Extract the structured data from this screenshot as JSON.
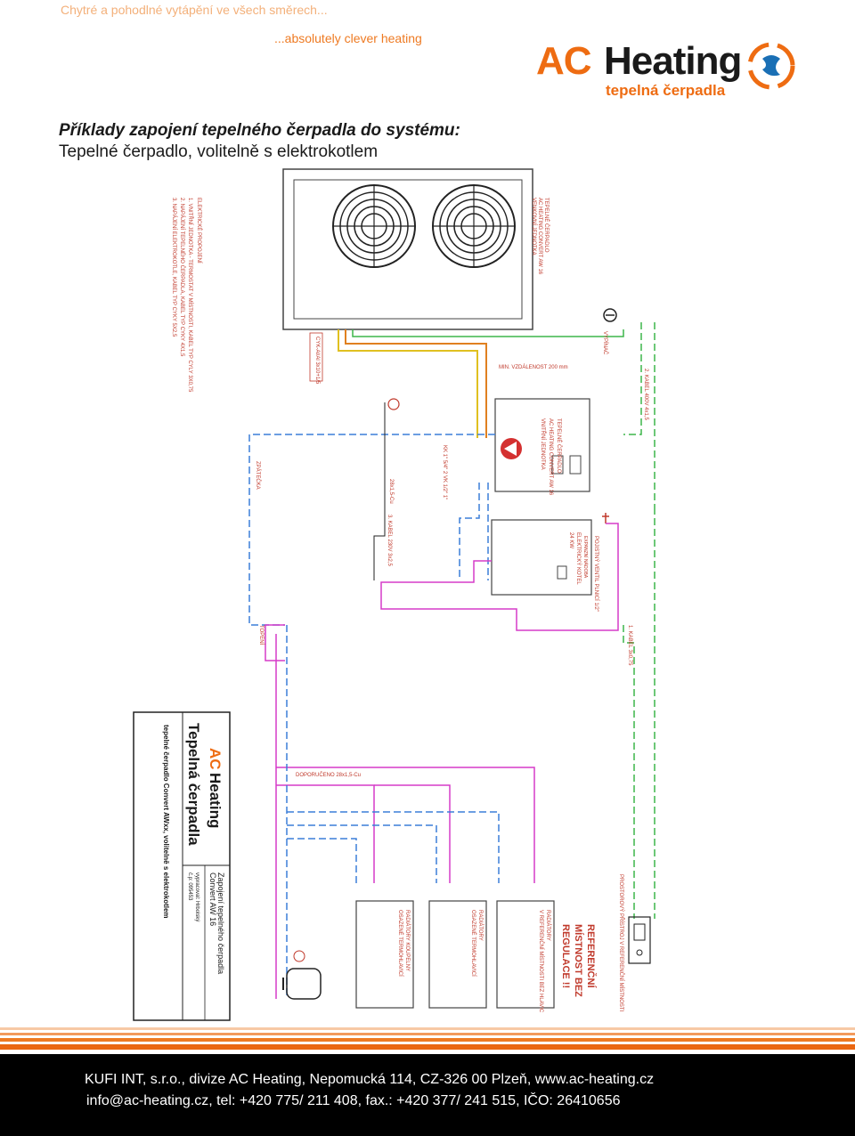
{
  "header": {
    "tagline_cz": "Chytré a pohodlné vytápění ve všech směrech...",
    "tagline_en": "...absolutely clever heating",
    "logo": {
      "ac": "AC",
      "heating": "Heating",
      "sub": "tepelná čerpadla"
    }
  },
  "heading": {
    "title": "Příklady zapojení tepelného čerpadla do systému:",
    "subtitle": "Tepelné čerpadlo, volitelně s elektrokotlem"
  },
  "diagram": {
    "legend_title": "ELEKTRICKÉ PROPOJENÍ",
    "legend_items": [
      "1. VNITŘNÍ JEDNOTKA - TERMOSTAT V MÍSTNOSTI, KABEL TYP CYLY 3X0,75",
      "2. NAPÁJENÍ TEPELNÉHO ČERPADLA, KABEL TYP CYKY 4X1,5",
      "3. NAPÁJENÍ ELEKTROKOTLE, KABEL TYP CYKY 5X2,5"
    ],
    "outdoor_unit": [
      "TEPELNÉ ČERPADLO",
      "AC HEATING CONVERT AW 16",
      "VENKOVNÍ JEDNOTKA"
    ],
    "indoor_unit": [
      "TEPELNÉ ČERPADLO",
      "AC HEATING CONVERT AW 16",
      "VNITŘNÍ JEDNOTKA"
    ],
    "boiler": [
      "ELEKTRICKÝ KOTEL",
      "24 KW"
    ],
    "cable_text": "CYK-Al/Al 3x10+1/5",
    "min_distance": "MIN. VZDÁLENOST 200 mm",
    "pipe_label": "28x1,5-Cu",
    "cable_label_2": "2. KABEL 400V 4x1,5",
    "cable_label_3": "3. KABEL 230V 3x2,5",
    "cable_label_1": "1. KABEL 3x0,75",
    "switch_label": "VYPÍNAČ",
    "return_label": "ZPÁTEČKA",
    "supply_label": "TOPENÍ",
    "recommended_pipe": "DOPORUČENO 28x1,5-Cu",
    "safety_valve": "POJISTNÝ VENTIL PLNICÍ 1/2\"",
    "expansion": "EXPANZNÍ NÁDOBA",
    "fittings": "KK 1\" 5/4\" 2 VK 1/2\" 1\"",
    "radiators": [
      [
        "RADIÁTORY KOUPELNY",
        "OSAZENÉ TERMOHLAVICÍ"
      ],
      [
        "RADIÁTORY",
        "OSAZENÉ TERMOHLAVICÍ"
      ],
      [
        "RADIÁTORY",
        "V REFERENČNÍ MÍSTNOSTI BEZ HLAVIC"
      ]
    ],
    "reference_room": [
      "REFERENČNÍ",
      "MÍSTNOST BEZ",
      "REGULACE !!"
    ],
    "room_thermostat": "PROSTOROVÝ PŘÍSTROJ V REFERENČNÍ MÍSTNOSTI",
    "title_block": {
      "brand_ac": "AC",
      "brand_heating": "Heating",
      "brand_sub": "Tepelná čerpadla",
      "drawing": "tepelné čerpadlo Convert AWxx, volitelně s elektrokotlem",
      "description": [
        "Zapojení tepelného čerpadla",
        "Convert AW 16"
      ],
      "author": "vypracoval: Hrbolský",
      "number": "č.p: 095453"
    }
  },
  "footer": {
    "line1": "KUFI INT, s.r.o., divize AC Heating, Nepomucká 114, CZ-326 00  Plzeň, www.ac-heating.cz",
    "line2": "info@ac-heating.cz, tel: +420 775/ 211 408, fax.: +420 377/ 241 515, IČO: 26410656"
  },
  "colors": {
    "orange": "#ee6c12",
    "pink_pipe": "#d63cc8",
    "blue_pipe": "#3b7fd9",
    "green_cable": "#3db54a",
    "yellow_line": "#e0c020",
    "footer_bg": "#000000"
  }
}
